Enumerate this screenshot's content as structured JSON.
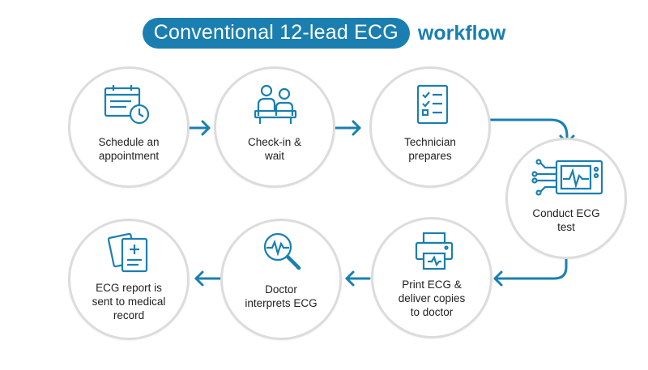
{
  "title": {
    "highlight": "Conventional 12-lead ECG",
    "rest": "workflow"
  },
  "steps": [
    {
      "label": "Schedule an\nappointment",
      "icon": "calendar-clock-icon"
    },
    {
      "label": "Check-in &\nwait",
      "icon": "people-waiting-icon"
    },
    {
      "label": "Technician\nprepares",
      "icon": "checklist-icon"
    },
    {
      "label": "Conduct ECG\ntest",
      "icon": "ecg-monitor-icon"
    },
    {
      "label": "Print ECG &\ndeliver copies\nto doctor",
      "icon": "printer-icon"
    },
    {
      "label": "Doctor\ninterprets ECG",
      "icon": "magnifier-ecg-icon"
    },
    {
      "label": "ECG report is\nsent to medical\nrecord",
      "icon": "medical-record-icon"
    }
  ],
  "colors": {
    "accent": "#1a7fb0",
    "circle_border": "#dcdcdc",
    "text": "#222222"
  }
}
